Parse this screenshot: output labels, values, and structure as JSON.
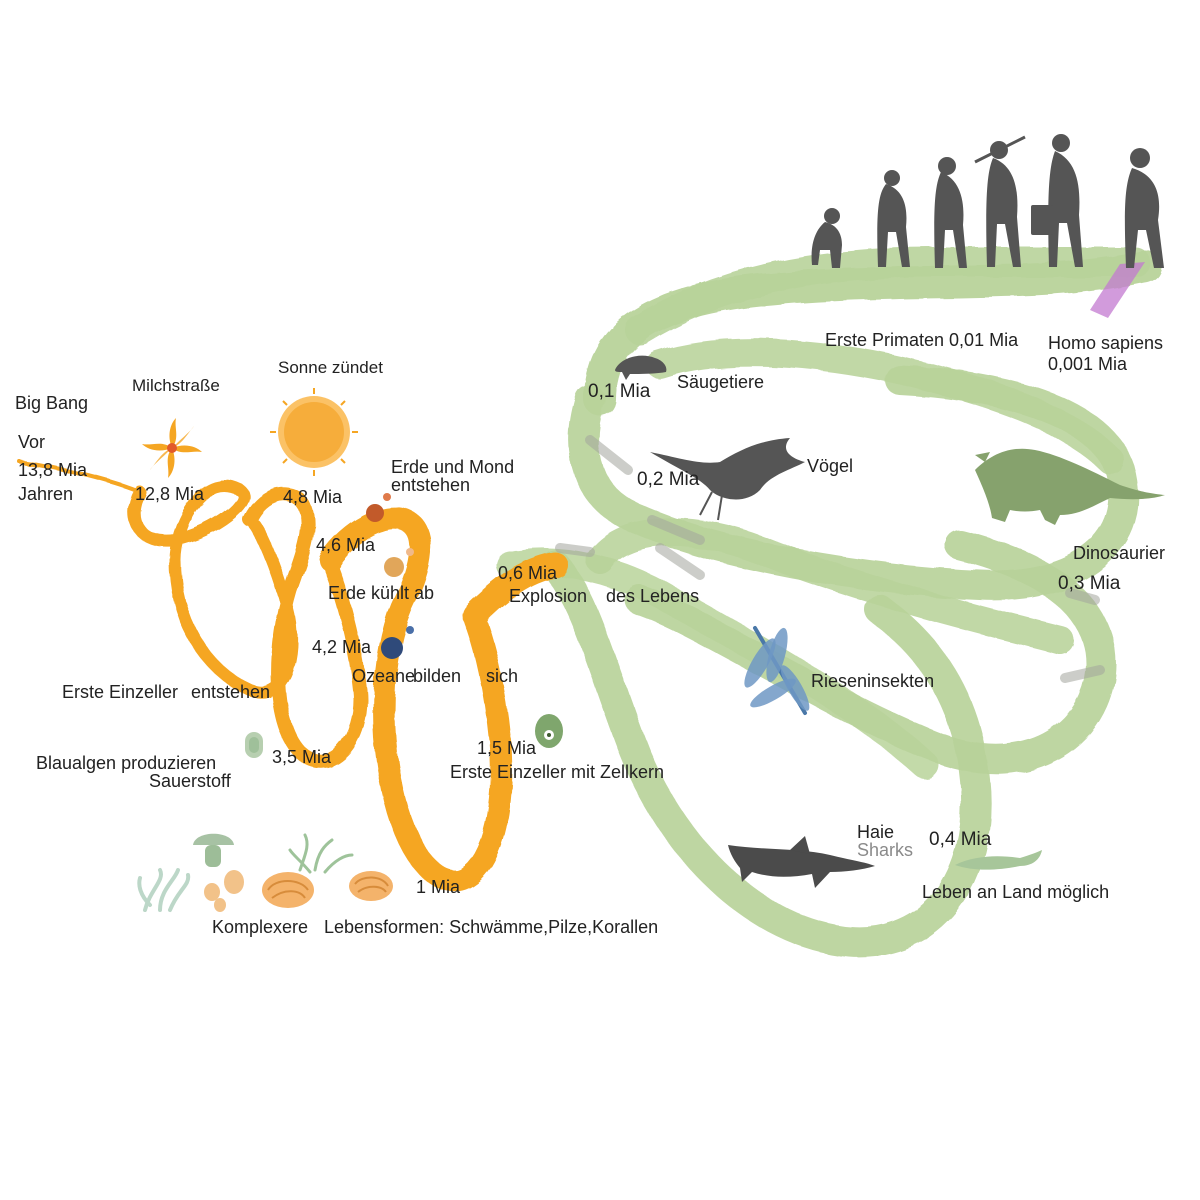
{
  "colors": {
    "early_ribbon": "#f5a623",
    "late_ribbon": "#b8d39a",
    "human_band": "#c37ad0",
    "silhouette": "#555555",
    "text": "#222222",
    "secondary_text": "#8a8a8a"
  },
  "icons": [
    "milky-way-icon",
    "sun-icon",
    "earth-moon-icon",
    "cooling-earth-icon",
    "ocean-icon",
    "blue-algae-icon",
    "eukaryote-cell-icon",
    "sponge-icon",
    "mushroom-icon",
    "coral-icon",
    "shark-icon",
    "land-plant-icon",
    "dragonfly-icon",
    "bird-icon",
    "mammal-icon",
    "dinosaur-icon",
    "human-evolution-icon"
  ],
  "labels": {
    "big_bang": "Big Bang",
    "vor": "Vor",
    "mia_13_8": "13,8 Mia",
    "jahren": "Jahren",
    "milchstrasse": "Milchstraße",
    "mia_12_8": "12,8 Mia",
    "sonne_zuendet": "Sonne zündet",
    "mia_4_8": "4,8 Mia",
    "erde_und_mond": "Erde und Mond",
    "entstehen": "entstehen",
    "mia_4_6": "4,6 Mia",
    "erde_kuehlt_ab": "Erde kühlt ab",
    "mia_4_2": "4,2 Mia",
    "ozeane": "Ozeane",
    "bilden": "bilden",
    "sich": "sich",
    "mia_0_6": "0,6 Mia",
    "explosion": "Explosion",
    "des_lebens": "des Lebens",
    "erste_einzeller": "Erste Einzeller",
    "entstehen2": "entstehen",
    "blaualgen": "Blaualgen produzieren",
    "sauerstoff": "Sauerstoff",
    "mia_3_5": "3,5 Mia",
    "mia_1_5": "1,5 Mia",
    "einzeller_zellkern": "Erste Einzeller mit Zellkern",
    "mia_1": "1 Mia",
    "komplexere": "Komplexere",
    "lebensformen": "Lebensformen: Schwämme,Pilze,Korallen",
    "erste_primaten": "Erste Primaten 0,01 Mia",
    "homo_sapiens": "Homo sapiens",
    "mia_0_001": "0,001 Mia",
    "mia_0_1": "0,1 Mia",
    "saeugetiere": "Säugetiere",
    "mia_0_2": "0,2 Mia",
    "voegel": "Vögel",
    "dinosaurier": "Dinosaurier",
    "mia_0_3": "0,3 Mia",
    "rieseninsekten": "Rieseninsekten",
    "haie": "Haie",
    "sharks": "Sharks",
    "mia_0_4": "0,4 Mia",
    "leben_an_land": "Leben an Land möglich"
  }
}
